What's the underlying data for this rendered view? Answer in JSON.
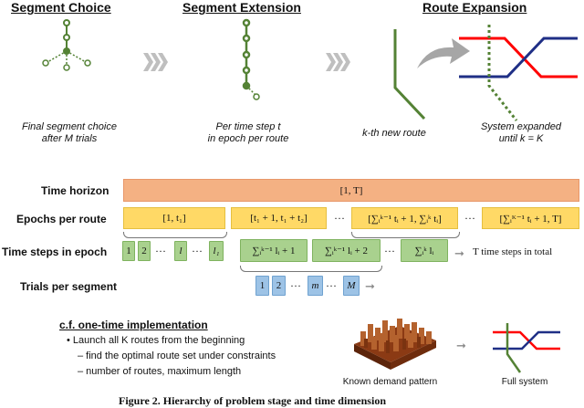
{
  "stages": [
    {
      "title": "Segment Choice",
      "caption": [
        "Final segment choice",
        "after M trials"
      ]
    },
    {
      "title": "Segment Extension",
      "caption": [
        "Per time step t",
        "in epoch per route"
      ]
    },
    {
      "title": "Route Expansion",
      "caption_left": "k-th new route",
      "caption_right": [
        "System expanded",
        "until k = K"
      ]
    }
  ],
  "rows": {
    "time_horizon": {
      "label": "Time horizon",
      "value": "[1, T]"
    },
    "epochs": {
      "label": "Epochs per route",
      "items": [
        "[1, t₁]",
        "[t₁ + 1, t₁ + t₂]",
        "[∑ᵢᵏ⁻¹ tᵢ + 1, ∑ᵢᵏ tᵢ]",
        "[∑ᵢᴷ⁻¹ tᵢ + 1, T]"
      ],
      "ellipsis": "···"
    },
    "steps": {
      "label": "Time steps in epoch",
      "left_items": [
        "1",
        "2",
        "l",
        "l₁"
      ],
      "mid_items": [
        "∑ᵢᵏ⁻¹ lᵢ + 1",
        "∑ᵢᵏ⁻¹ lᵢ + 2",
        "∑ᵢᵏ lᵢ"
      ],
      "ellipsis": "···",
      "total": "T time steps in total"
    },
    "trials": {
      "label": "Trials per segment",
      "items": [
        "1",
        "2",
        "m",
        "M"
      ],
      "ellipsis": "···"
    }
  },
  "cf": {
    "title": "c.f. one-time implementation",
    "bullet": "• Launch all K routes from the beginning",
    "subs": [
      "– find the optimal route set under constraints",
      "– number of routes, maximum length"
    ],
    "demand_caption": "Known demand pattern",
    "system_caption": "Full system"
  },
  "figure_caption": "Figure 2. Hierarchy of problem stage and time dimension",
  "colors": {
    "horizon": "#f4b183",
    "epoch": "#ffd966",
    "step": "#a9d18e",
    "trial": "#9dc3e6",
    "route_green": "#548235",
    "route_red": "#ff0000",
    "route_navy": "#1f2f86",
    "demand": "#a0522d"
  }
}
